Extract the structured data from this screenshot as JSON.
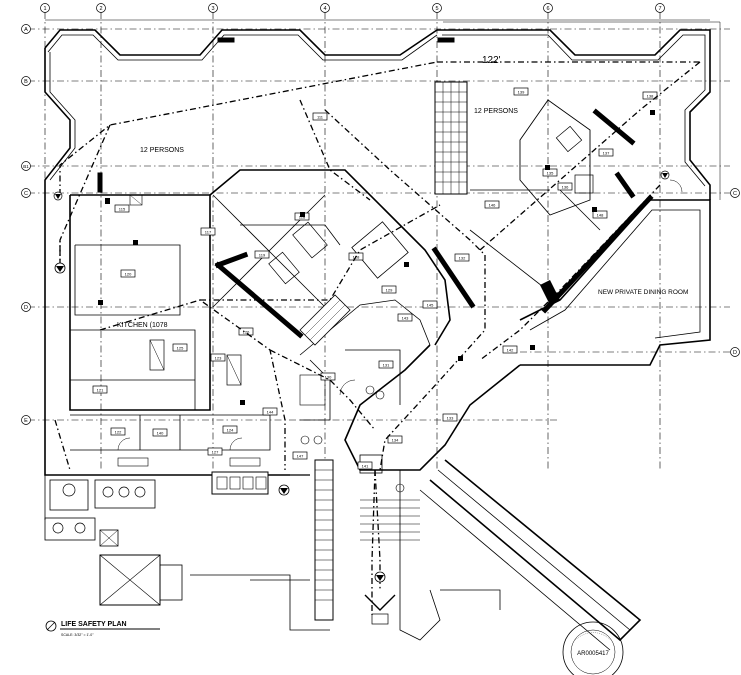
{
  "grid": {
    "columns": [
      "1",
      "2",
      "3",
      "4",
      "5",
      "6",
      "7"
    ],
    "rows": [
      "A",
      "B",
      "B1",
      "C",
      "D",
      "E"
    ],
    "rows_right": [
      "C",
      "D"
    ]
  },
  "dimensions": {
    "span_top": "122'"
  },
  "labels": {
    "occupancy_left": "12 PERSONS",
    "occupancy_right": "12 PERSONS",
    "kitchen": "KITCHEN (1078",
    "private_dining": "NEW PRIVATE DINING ROOM"
  },
  "rooms": [
    "115",
    "111",
    "117",
    "118",
    "119",
    "120",
    "121",
    "122",
    "123",
    "124",
    "125",
    "126",
    "127",
    "128",
    "129",
    "130",
    "131",
    "132",
    "133",
    "134",
    "135",
    "136",
    "137",
    "138",
    "139",
    "140",
    "141",
    "142",
    "143",
    "144",
    "145",
    "146",
    "147",
    "148"
  ],
  "title_block": {
    "title": "LIFE SAFETY PLAN",
    "scale": "SCALE: 3/32\" = 1'-0\""
  },
  "seal": {
    "registration": "AR0005417"
  }
}
